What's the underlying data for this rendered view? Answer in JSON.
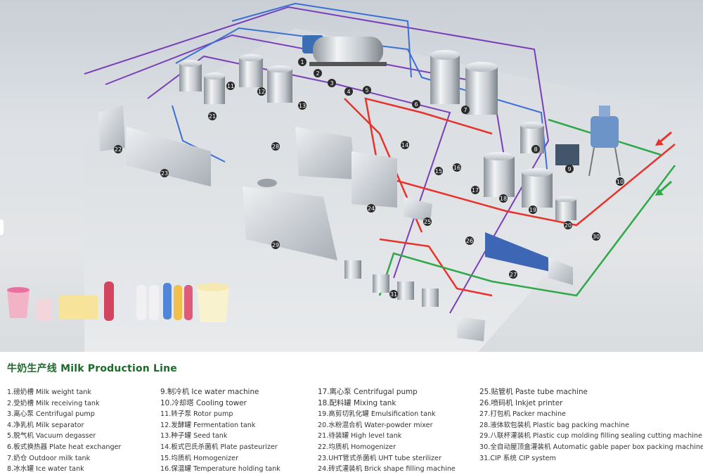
{
  "caption": {
    "title": "牛奶生产线 Milk Production Line"
  },
  "legend": {
    "columns": [
      [
        "1.磅奶槽 Milk weight tank",
        "2.受奶槽 Milk receiving tank",
        "3.离心泵 Centrifugal pump",
        "4.净乳机 Milk separator",
        "5.脱气机 Vacuum degasser",
        "6.板式换热器 Plate heat exchanger",
        "7.奶仓 Outdoor milk tank",
        "8.冰水罐 Ice water tank"
      ],
      [
        "9.制冷机 Ice water machine",
        "10.冷却塔 Cooling tower",
        "11.转子泵 Rotor pump",
        "12.发酵罐 Fermentation tank",
        "13.种子罐 Seed tank",
        "14.板式巴氏杀菌机 Plate pasteurizer",
        "15.均质机 Homogenizer",
        "16.保温罐 Temperature holding tank"
      ],
      [
        "17.离心泵 Centrifugal pump",
        "18.配料罐 Mixing tank",
        "19.高剪切乳化罐 Emulsification tank",
        "20.水粉混合机 Water-powder mixer",
        "21.待装罐 High level tank",
        "22.均质机 Homogenizer",
        "23.UHT管式杀菌机 UHT tube sterilizer",
        "24.砖式灌装机 Brick shape filling machine"
      ],
      [
        "25.贴管机 Paste tube machine",
        "26.喷码机 Inkjet printer",
        "27.打包机 Packer machine",
        "28.液体软包装机 Plastic bag packing machine",
        "29.八联杯灌装机 Plastic cup molding filling sealing cutting machine",
        "30.全自动屋顶盒灌装机 Automatic gable paper box packing machine",
        "31.CIP 系统 CIP system"
      ]
    ]
  },
  "colors": {
    "pipe_red": "#e8322c",
    "pipe_green": "#2fa84a",
    "pipe_blue": "#3c6fd6",
    "pipe_purple": "#7a3fb8",
    "caption_green": "#1c6b2a",
    "badge": "#2b2b2b"
  },
  "badges": [
    "1",
    "2",
    "3",
    "4",
    "5",
    "6",
    "7",
    "8",
    "9",
    "10",
    "11",
    "12",
    "13",
    "14",
    "15",
    "16",
    "17",
    "18",
    "19",
    "20",
    "21",
    "22",
    "23",
    "24",
    "25",
    "26",
    "27",
    "28",
    "29",
    "30",
    "31"
  ]
}
